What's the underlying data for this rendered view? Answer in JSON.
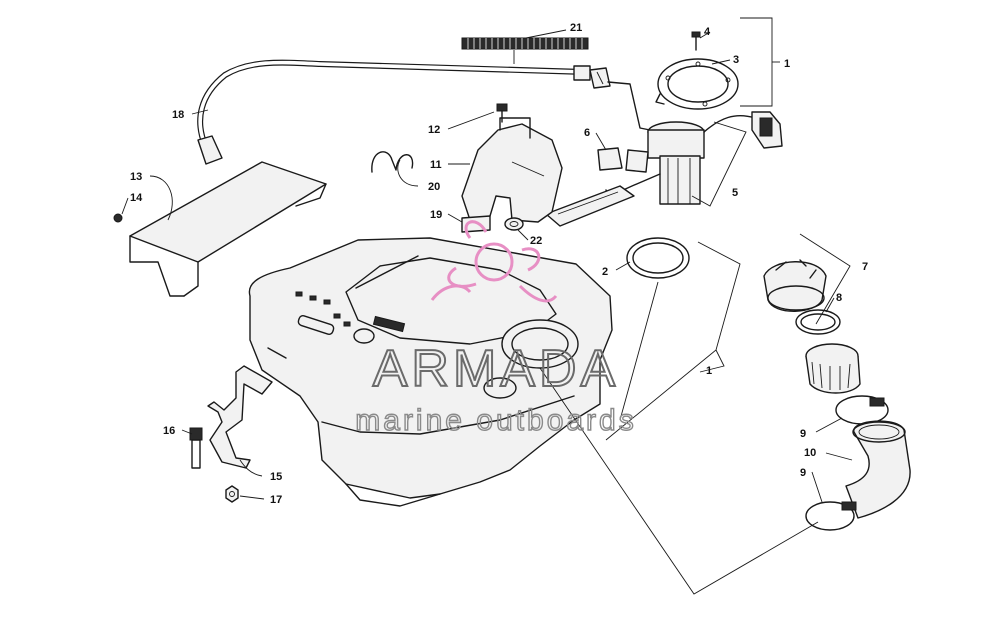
{
  "diagram": {
    "callouts": [
      {
        "id": "c21",
        "label": "21"
      },
      {
        "id": "c4",
        "label": "4"
      },
      {
        "id": "c3",
        "label": "3"
      },
      {
        "id": "c1a",
        "label": "1"
      },
      {
        "id": "c18",
        "label": "18"
      },
      {
        "id": "c12",
        "label": "12"
      },
      {
        "id": "c6",
        "label": "6"
      },
      {
        "id": "c11",
        "label": "11"
      },
      {
        "id": "c5",
        "label": "5"
      },
      {
        "id": "c13",
        "label": "13"
      },
      {
        "id": "c20",
        "label": "20"
      },
      {
        "id": "c14",
        "label": "14"
      },
      {
        "id": "c19",
        "label": "19"
      },
      {
        "id": "c22",
        "label": "22"
      },
      {
        "id": "c7",
        "label": "7"
      },
      {
        "id": "c2",
        "label": "2"
      },
      {
        "id": "c8",
        "label": "8"
      },
      {
        "id": "c1b",
        "label": "1"
      },
      {
        "id": "c9a",
        "label": "9"
      },
      {
        "id": "c16",
        "label": "16"
      },
      {
        "id": "c10",
        "label": "10"
      },
      {
        "id": "c15",
        "label": "15"
      },
      {
        "id": "c9b",
        "label": "9"
      },
      {
        "id": "c17",
        "label": "17"
      }
    ]
  },
  "watermark": {
    "title": "ARMADA",
    "subtitle": "marine outboards",
    "logo_color": "#e78fc4"
  }
}
